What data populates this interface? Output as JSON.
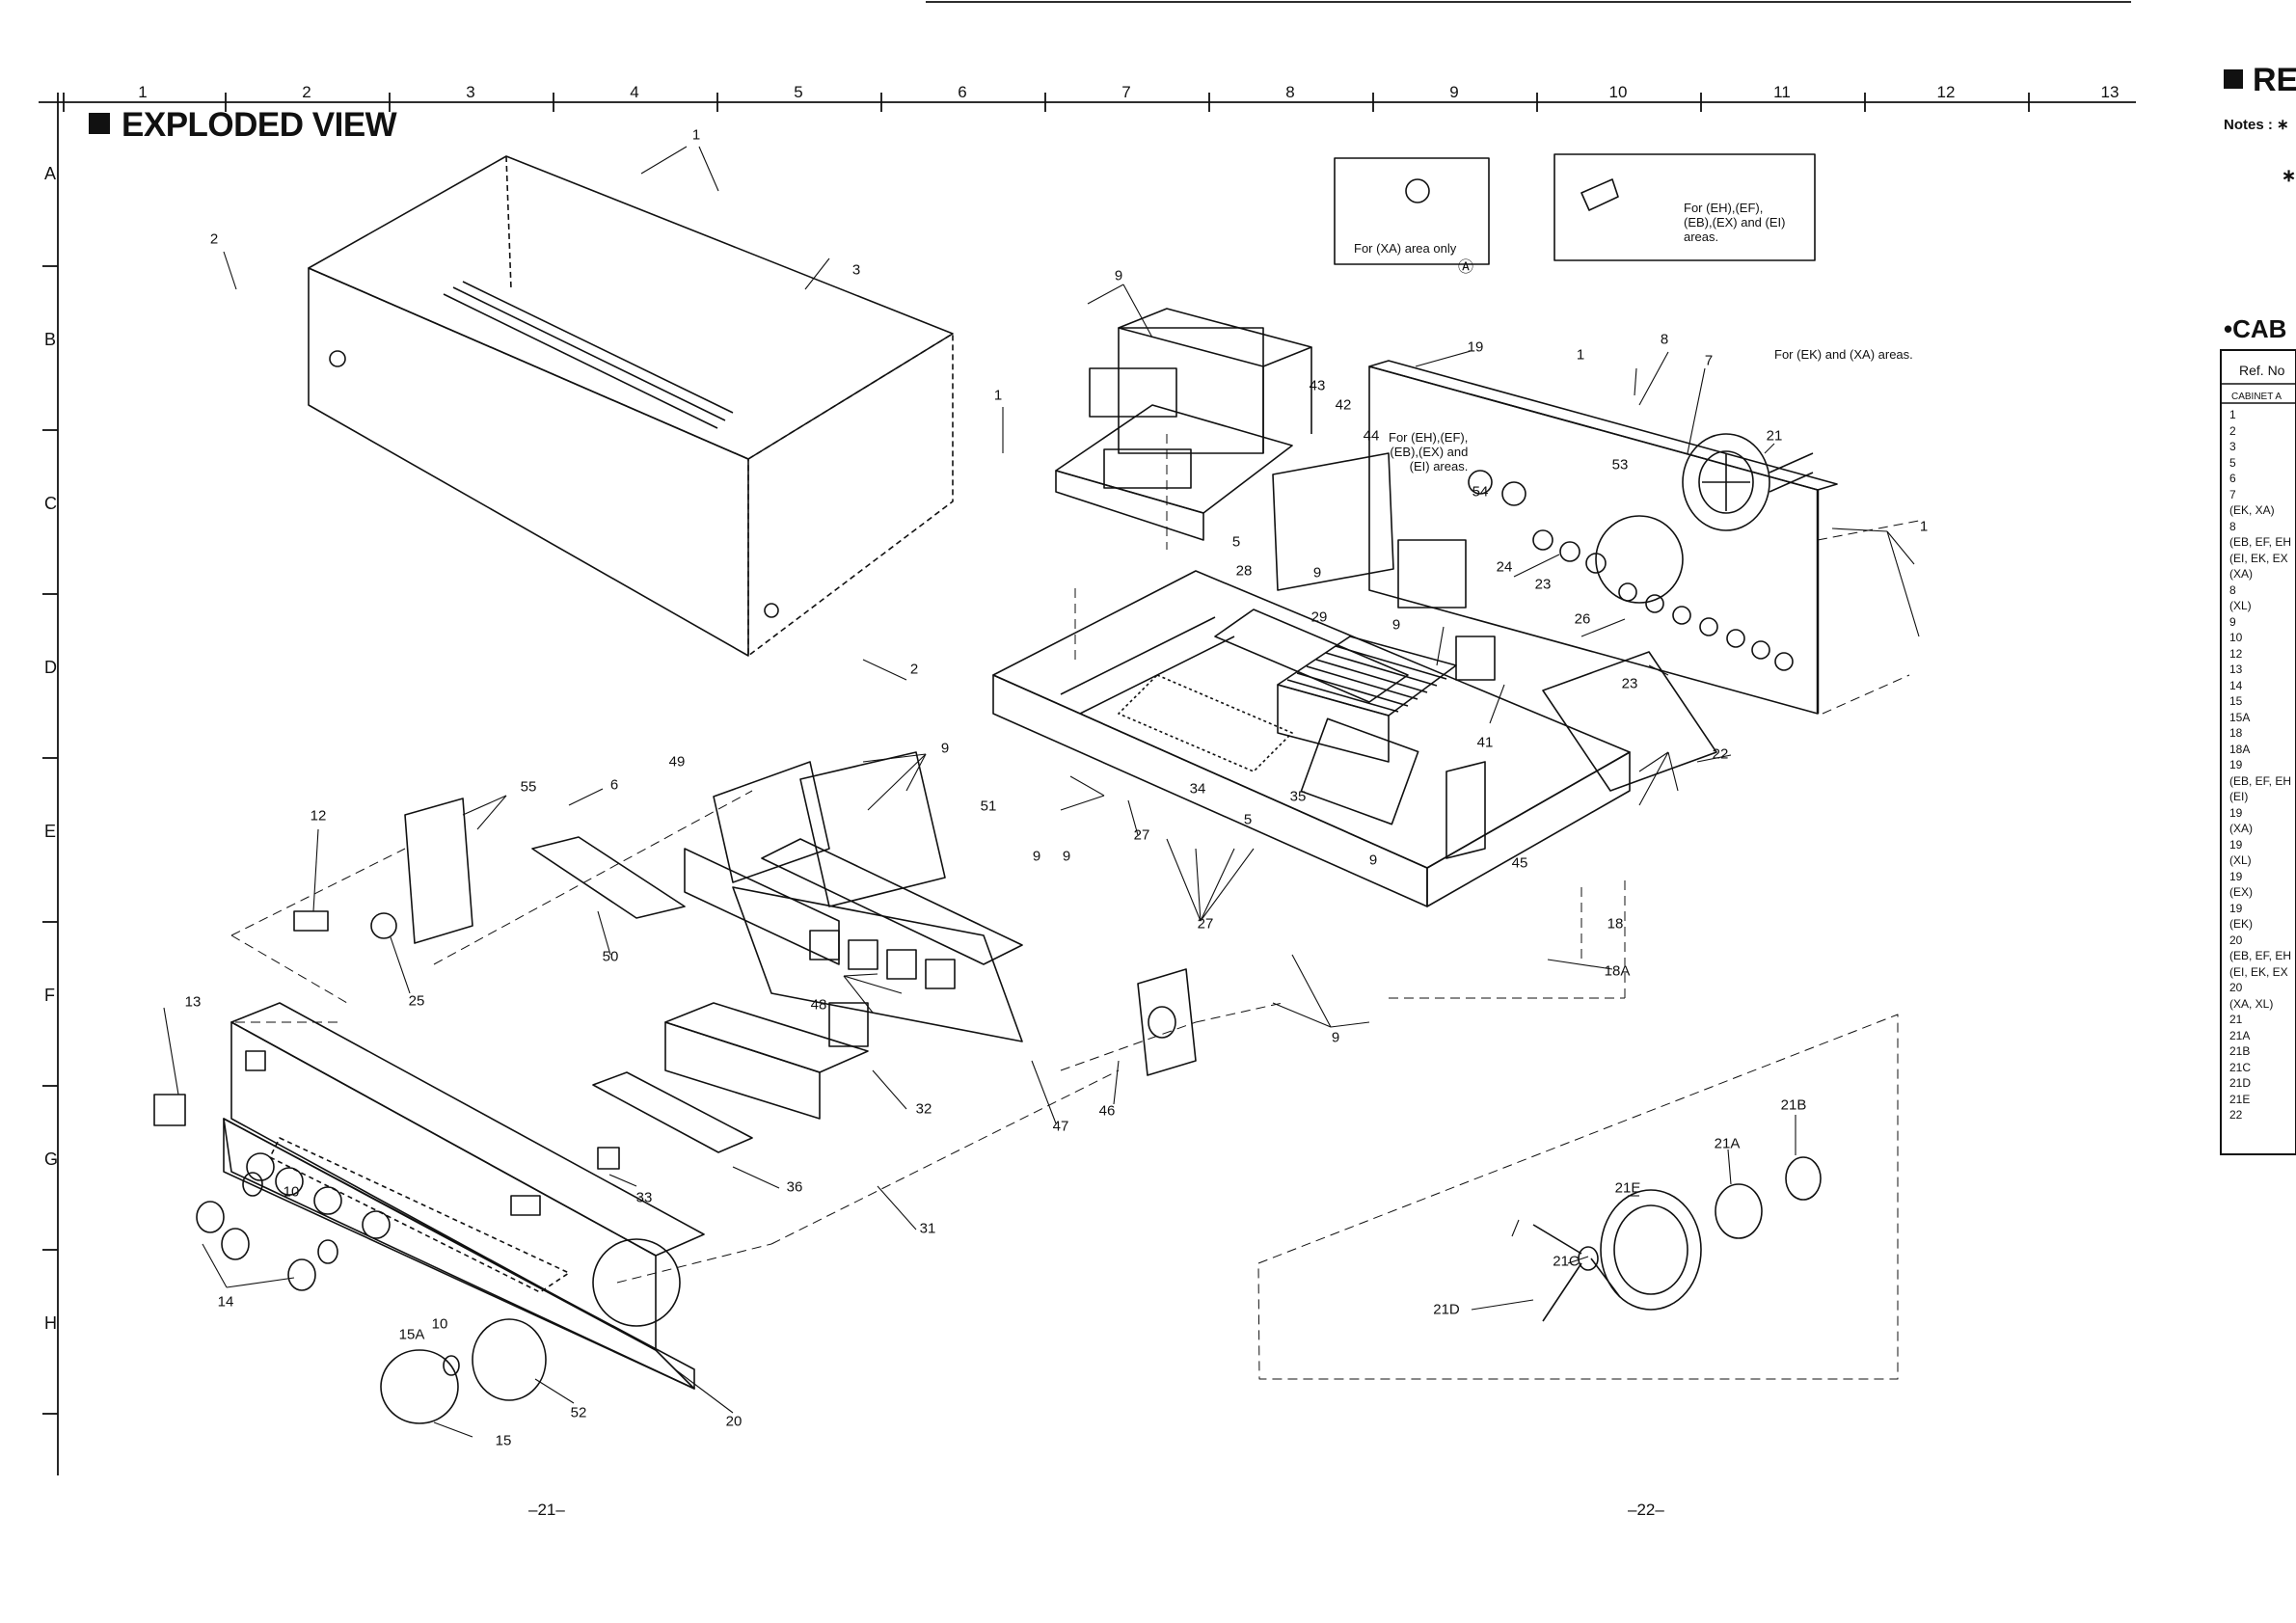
{
  "title": "EXPLODED VIEW",
  "right_page": {
    "title": "RE",
    "notes_label": "Notes : ∗",
    "notes_star": "∗",
    "cabinet_heading": "•CAB",
    "table_header_ref": "Ref. No",
    "table_subheader": "CABINET A",
    "ref_list": [
      "1",
      "2",
      "3",
      "5",
      "6",
      "7",
      "(EK, XA)",
      "8",
      "(EB, EF, EH",
      "(EI, EK, EX",
      "(XA)",
      "8",
      "(XL)",
      "9",
      "10",
      "12",
      "13",
      "14",
      "15",
      "15A",
      "18",
      "18A",
      "19",
      "(EB, EF, EH",
      "(EI)",
      "19",
      "(XA)",
      "19",
      "(XL)",
      "19",
      "(EX)",
      "19",
      "(EK)",
      "20",
      "(EB, EF, EH",
      "(EI, EK, EX",
      "20",
      "(XA, XL)",
      "21",
      "21A",
      "21B",
      "21C",
      "21D",
      "21E",
      "22"
    ]
  },
  "grid": {
    "columns": [
      "1",
      "2",
      "3",
      "4",
      "5",
      "6",
      "7",
      "8",
      "9",
      "10",
      "11",
      "12",
      "13"
    ],
    "rows": [
      "A",
      "B",
      "C",
      "D",
      "E",
      "F",
      "G",
      "H"
    ]
  },
  "page_numbers": {
    "left": "–21–",
    "right": "–22–"
  },
  "callouts": [
    "1",
    "2",
    "3",
    "1",
    "2",
    "9",
    "43",
    "42",
    "44",
    "19",
    "8",
    "1",
    "7",
    "21",
    "53",
    "54",
    "5",
    "9",
    "28",
    "29",
    "9",
    "24",
    "23",
    "26",
    "41",
    "23",
    "22",
    "1",
    "49",
    "9",
    "51",
    "55",
    "6",
    "12",
    "34",
    "35",
    "5",
    "27",
    "27",
    "9",
    "9",
    "9",
    "45",
    "18",
    "50",
    "25",
    "48",
    "9",
    "13",
    "47",
    "46",
    "32",
    "18A",
    "21B",
    "21A",
    "21E",
    "21C",
    "21D",
    "10",
    "33",
    "36",
    "31",
    "14",
    "15A",
    "10",
    "52",
    "20",
    "15"
  ],
  "notes": {
    "xa_only": "For (XA) area only",
    "ref_mark": "Ⓐ",
    "plug_areas": "For (EH),(EF),\n(EB),(EX) and (EI)\nareas.",
    "ek_xa_areas": "For (EK) and (XA) areas.",
    "bracket_areas": "For (EH),(EF),\n(EB),(EX) and\n(EI) areas."
  }
}
